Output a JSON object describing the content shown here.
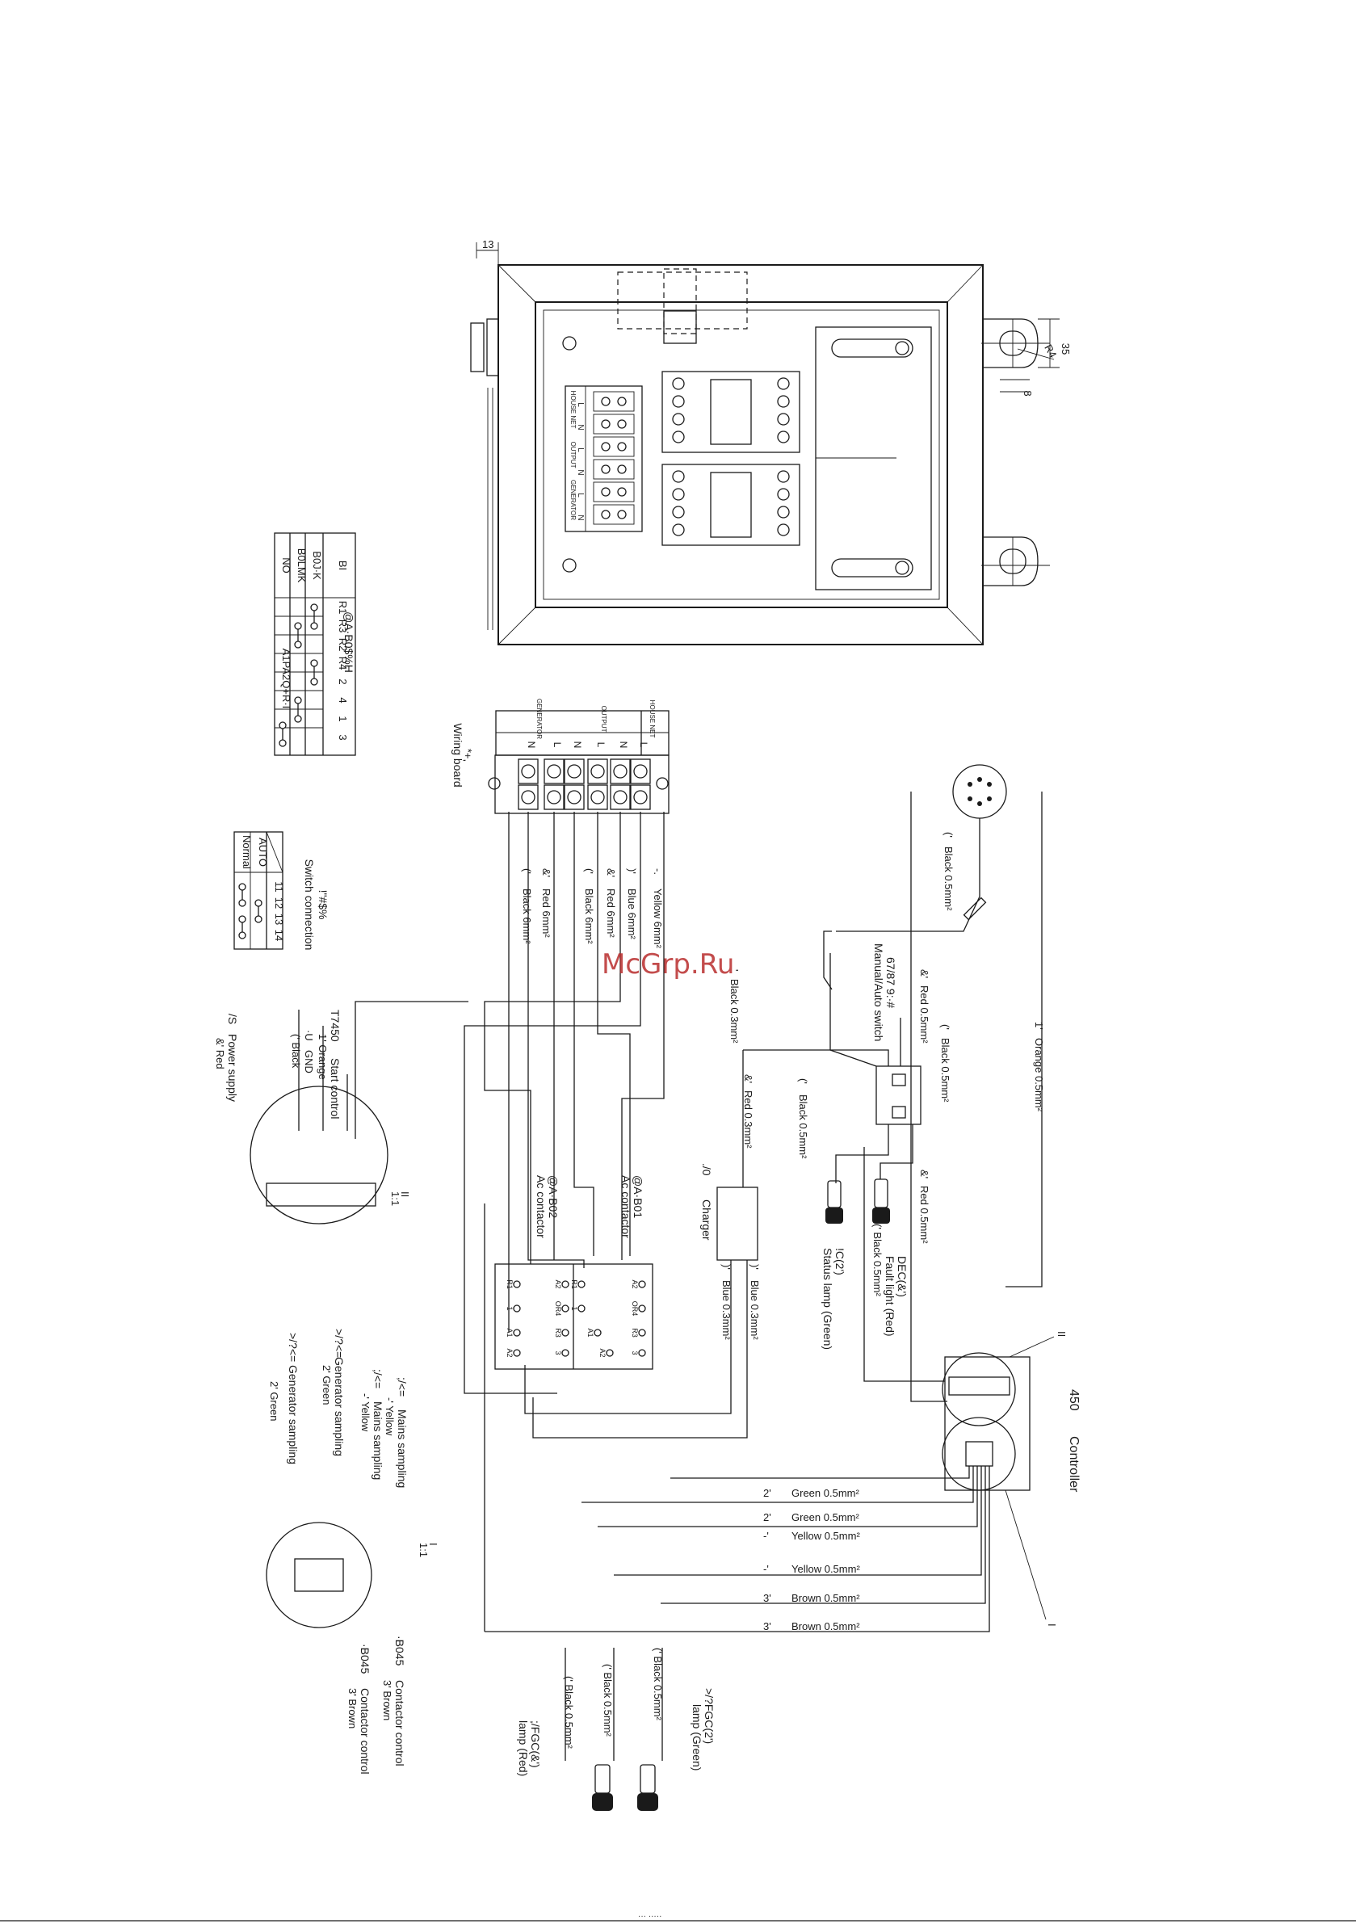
{
  "watermark": "McGrp.Ru",
  "cabinet": {
    "dim_13": "13",
    "dim_35": "35",
    "dim_r4": "R4",
    "dim_8": "8",
    "terminal_groups": [
      "HOUSE NET",
      "OUTPUT",
      "GENERATOR"
    ],
    "terminal_letters": [
      "L",
      "N",
      "L",
      "N",
      "L",
      "N"
    ]
  },
  "relay_table": {
    "title": "@A·B0$%H",
    "col_headers": [
      "BI",
      "R1",
      "R3",
      "R2",
      "R4",
      "2",
      "4",
      "1",
      "3"
    ],
    "rows": [
      "B0J·K",
      "B0LMK",
      "NO"
    ],
    "legend": "A1PA2Q+R·I"
  },
  "switch_table": {
    "title": "!\"#$%",
    "subtitle": "Switch connection",
    "col_headers": [
      "11",
      "12",
      "13",
      "14"
    ],
    "rows": [
      "AUTO",
      "Normal"
    ]
  },
  "wiring_board": {
    "code": "*+,",
    "label": "Wiring board",
    "groups": [
      "HOUSE NET",
      "OUTPUT",
      "GENERATOR"
    ],
    "letters": [
      "L",
      "N",
      "L",
      "N",
      "L",
      "N"
    ]
  },
  "board_wires": [
    {
      "code": "-.",
      "text": "Yellow 6mm²"
    },
    {
      "code": ")'",
      "text": "Blue 6mm²"
    },
    {
      "code": "&'",
      "text": "Red 6mm²"
    },
    {
      "code": "('",
      "text": "Black 6mm²"
    },
    {
      "code": "&'",
      "text": "Red 6mm²"
    },
    {
      "code": "('",
      "text": "Black 6mm²"
    }
  ],
  "top_wires": [
    {
      "code": "('",
      "text": "Black 0.5mm²"
    },
    {
      "code": "1'",
      "text": "Orange 0.5mm²"
    },
    {
      "code": "('",
      "text": "Black 0.5mm²"
    },
    {
      "code": "&'",
      "text": "Red 0.5mm²"
    },
    {
      "code": "&'",
      "text": "Red 0.5mm²"
    },
    {
      "code": "('",
      "text": "Black 0.5mm²"
    },
    {
      "code": "&'",
      "text": "Red 0.3mm²"
    },
    {
      "code": "'",
      "text": "Black 0.3mm²"
    },
    {
      "code": ")'",
      "text": "Blue 0.3mm²"
    },
    {
      "code": ")'",
      "text": "Blue 0.3mm²"
    }
  ],
  "switch_label": {
    "code": "67/87 9:·#",
    "text": "Manual/Auto switch"
  },
  "fault_light": {
    "code": "DEC(&')",
    "text": "Fault light (Red)",
    "wire": "('  Black 0.5mm²"
  },
  "status_lamp": {
    "code": "!C(2')",
    "text": "Status lamp (Green)"
  },
  "charger": {
    "code": "./0",
    "text": "Charger"
  },
  "contactors": [
    {
      "code": "@A·B01",
      "text": "Ac contactor"
    },
    {
      "code": "@A·B02",
      "text": "Ac contactor"
    }
  ],
  "contactor_pins": [
    "A2",
    "OR4",
    "R3",
    "3",
    "A2",
    "A1",
    "1",
    "R1"
  ],
  "controller": {
    "code": "450",
    "text": "Controller",
    "mark_ii": "II",
    "mark_i": "I"
  },
  "bottom_wires": [
    {
      "code": "2'",
      "text": "Green 0.5mm²"
    },
    {
      "code": "2'",
      "text": "Green 0.5mm²"
    },
    {
      "code": "-'",
      "text": "Yellow 0.5mm²"
    },
    {
      "code": "-'",
      "text": "Yellow 0.5mm²"
    },
    {
      "code": "3'",
      "text": "Brown 0.5mm²"
    },
    {
      "code": "3'",
      "text": "Brown 0.5mm²"
    }
  ],
  "connector_ii": {
    "scale": "1:1",
    "mark": "II",
    "labels": [
      {
        "code": "T7450",
        "text": "Start control",
        "wire": "1'  Orange"
      },
      {
        "code": "·U",
        "text": "GND",
        "wire": "('  Black"
      },
      {
        "code": "/S",
        "text": "Power supply",
        "wire": "&'  Red"
      }
    ]
  },
  "connector_i": {
    "scale": "1:1",
    "mark": "I",
    "labels": [
      {
        "code": ";/<=",
        "text": "Mains sampling",
        "wire": "-'  Yellow"
      },
      {
        "code": ";/<=",
        "text": "Mains sampling",
        "wire": "-'  Yellow"
      },
      {
        "code": ">/?<=",
        "text": "Generator sampling",
        "wire": "2'  Green"
      },
      {
        "code": ">/?<=",
        "text": "Generator sampling",
        "wire": "2'  Green"
      },
      {
        "code": "·B045",
        "text": "Contactor control",
        "wire": "3'  Brown"
      },
      {
        "code": "·B045",
        "text": "Contactor control",
        "wire": "3'  Brown"
      }
    ]
  },
  "lamps": [
    {
      "code": ">/?FGC(2')",
      "text": "lamp (Green)",
      "wire": "('  Black 0.5mm²"
    },
    {
      "code": ";/FGC(&')",
      "text": "lamp (Red)",
      "wire": "('  Black 0.5mm²"
    }
  ],
  "lamp_extra_wire": "('  Black 0.5mm²",
  "footer_text": "··· ·····"
}
